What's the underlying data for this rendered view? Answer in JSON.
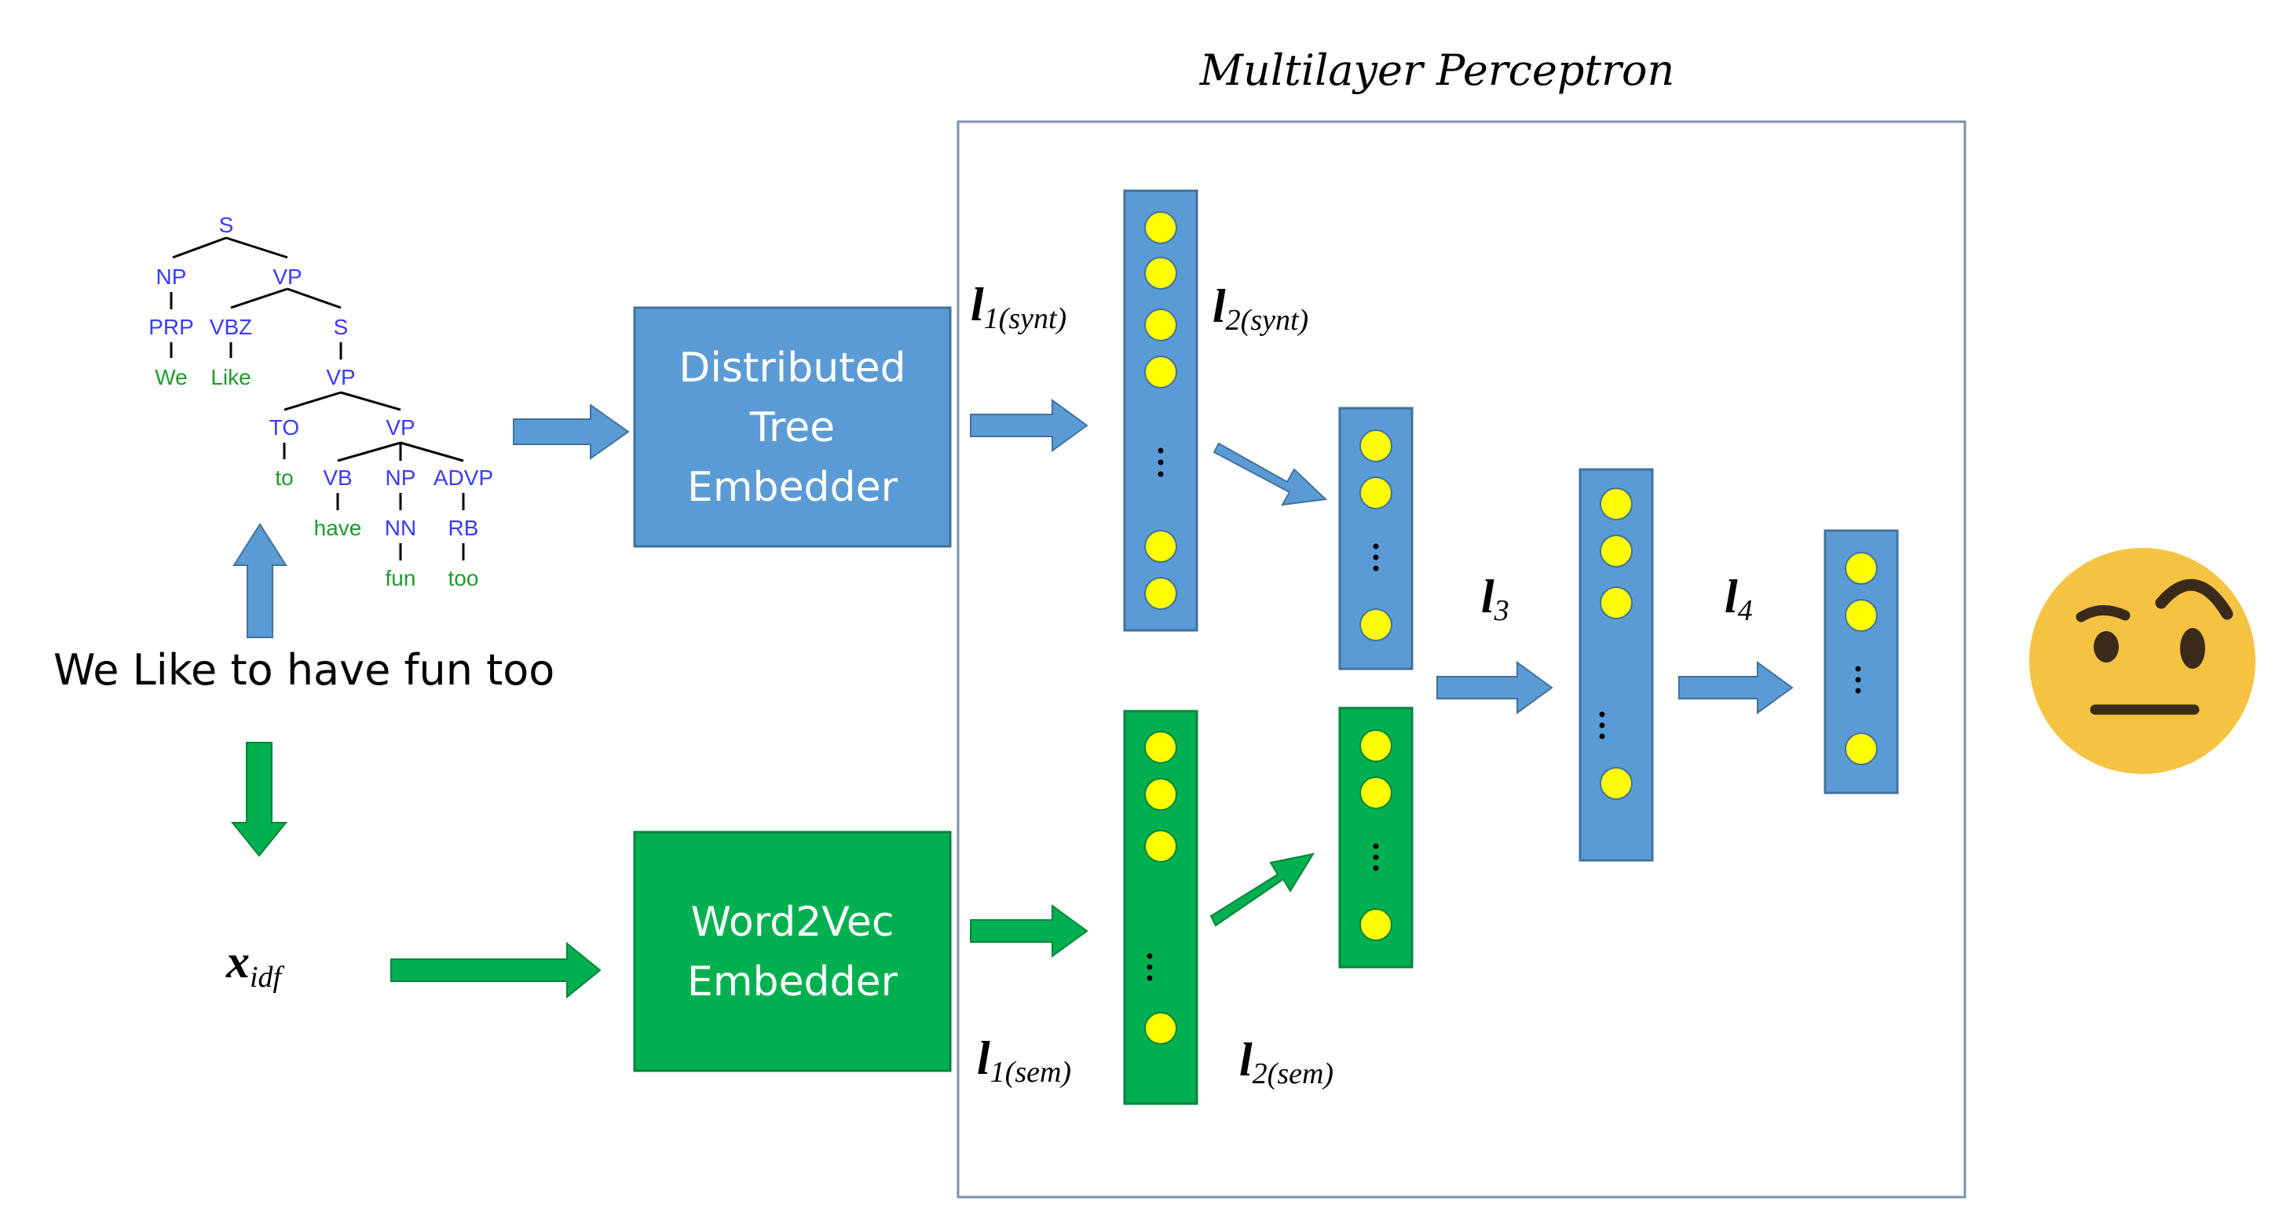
{
  "mlp": {
    "title": "Multilayer Perceptron"
  },
  "tree": {
    "nonterminals": [
      "S",
      "NP",
      "VP",
      "PRP",
      "VBZ",
      "S",
      "VP",
      "TO",
      "VP",
      "VB",
      "NP",
      "ADVP",
      "NN",
      "RB"
    ],
    "words": [
      "We",
      "Like",
      "to",
      "have",
      "fun",
      "too"
    ]
  },
  "sentence": "We Like to have fun too",
  "xidf": {
    "main": "x",
    "sub": "idf"
  },
  "boxes": {
    "tree_embedder": [
      "Distributed",
      "Tree",
      "Embedder"
    ],
    "word2vec": [
      "Word2Vec",
      "Embedder"
    ]
  },
  "labels": {
    "l1_synt": {
      "main": "l",
      "sub": "1(synt)"
    },
    "l2_synt": {
      "main": "l",
      "sub": "2(synt)"
    },
    "l1_sem": {
      "main": "l",
      "sub": "1(sem)"
    },
    "l2_sem": {
      "main": "l",
      "sub": "2(sem)"
    },
    "l3": {
      "main": "l",
      "sub": "3"
    },
    "l4": {
      "main": "l",
      "sub": "4"
    }
  },
  "colors": {
    "blue": "#5b9bd5",
    "blue_edge": "#41719c",
    "green": "#00b050",
    "green_edge": "#00843b",
    "neuron": "#ffff00",
    "tree_nonterminal": "#3b3bff",
    "tree_word": "#1f9a2e",
    "emoji_face": "#f5c242"
  },
  "icons": {
    "emoji": "face-with-raised-eyebrow-icon"
  }
}
